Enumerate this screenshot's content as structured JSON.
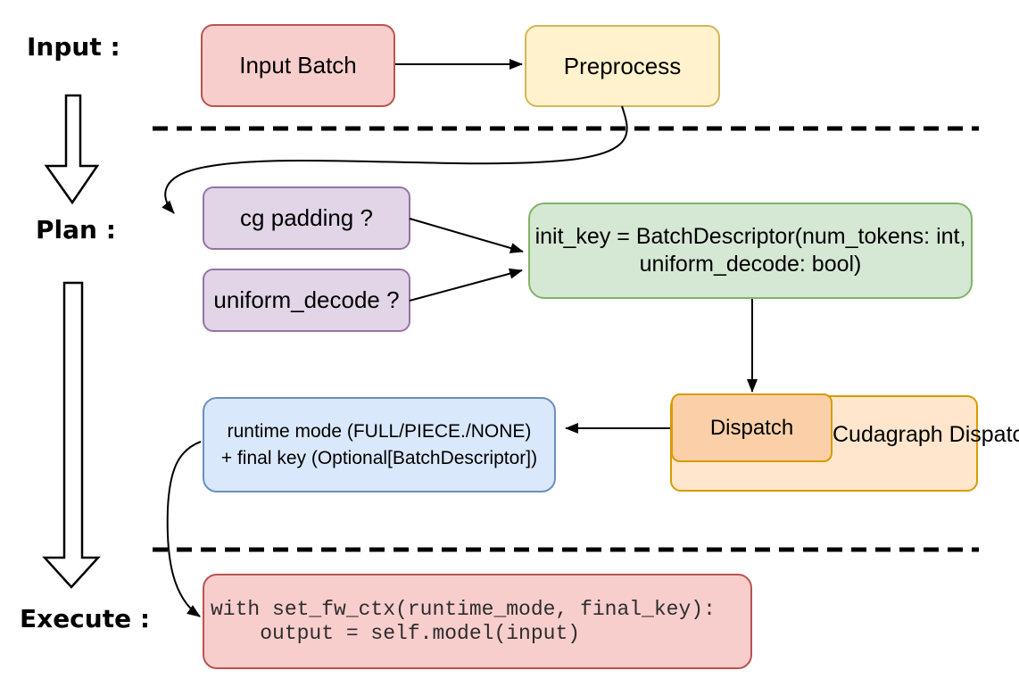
{
  "palette": {
    "background": "#ffffff",
    "red_fill": "#f8cecc",
    "red_border": "#b85450",
    "yellow_fill": "#fff2cc",
    "yellow_border": "#d6b656",
    "purple_fill": "#e1d5e7",
    "purple_border": "#9673a6",
    "green_fill": "#d5e8d4",
    "green_border": "#82b366",
    "blue_fill": "#dae8fc",
    "blue_border": "#6c8ebf",
    "orange_fill": "#ffe6cc",
    "orange_border": "#d79b00",
    "peach_fill": "#fbd0a9",
    "line": "#000000",
    "text": "#000000",
    "code_text": "#2d2d2d"
  },
  "stages": {
    "input_label": "Input :",
    "plan_label": "Plan :",
    "execute_label": "Execute :"
  },
  "nodes": {
    "input_batch": "Input Batch",
    "preprocess": "Preprocess",
    "cg_padding": "cg padding ?",
    "uniform_decode": "uniform_decode ?",
    "init_key_line1": "init_key = BatchDescriptor(num_tokens: int,",
    "init_key_line2": "uniform_decode: bool)",
    "dispatch": "Dispatch",
    "dispatcher_line1": "Cudagraph",
    "dispatcher_line2": "Dispatcher",
    "runtime_line1": "runtime mode (FULL/PIECE./NONE)",
    "runtime_line2": "+ final key (Optional[BatchDescriptor])",
    "code_line1": "with set_fw_ctx(runtime_mode, final_key):",
    "code_line2": "    output = self.model(input)"
  }
}
